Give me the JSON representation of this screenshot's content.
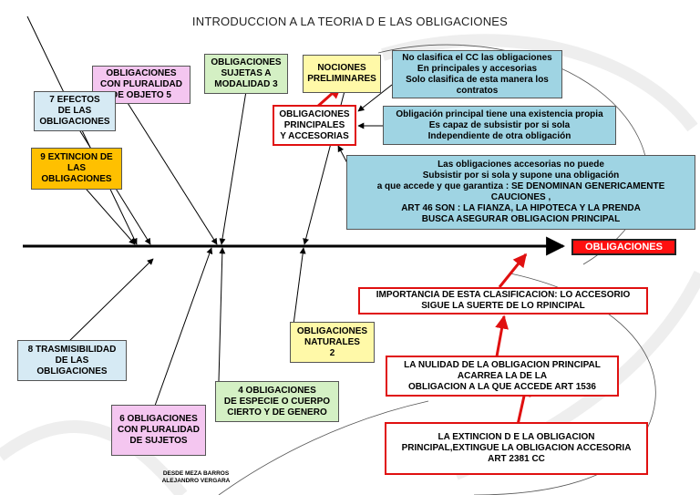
{
  "title": "INTRODUCCION A LA TEORIA D E LAS OBLIGACIONES",
  "head_label": "OBLIGACIONES",
  "boxes": {
    "nociones": [
      "NOCIONES",
      "PRELIMINARES"
    ],
    "sujetas": [
      "OBLIGACIONES",
      "SUJETAS A",
      "MODALIDAD 3"
    ],
    "pluralidad_objeto": [
      "OBLIGACIONES",
      "CON PLURALIDAD",
      "DE OBJETO  5"
    ],
    "efectos": [
      "7  EFECTOS",
      "DE LAS",
      "OBLIGACIONES"
    ],
    "extincion": [
      "9 EXTINCION DE",
      "LAS",
      "OBLIGACIONES"
    ],
    "principales": [
      "OBLIGACIONES",
      "PRINCIPALES",
      "Y ACCESORIAS"
    ],
    "no_clasifica": [
      "No clasifica el CC las obligaciones",
      "En principales y accesorias",
      "Solo clasifica de esta manera los",
      "contratos"
    ],
    "principal_def": [
      "Obligación principal tiene una existencia propia",
      "Es capaz de subsistir por si sola",
      "Independiente de otra obligación"
    ],
    "accesorias_def": [
      "Las obligaciones accesorias no puede",
      "Subsistir por si sola y supone una obligación",
      "a que accede y que garantiza : SE DENOMINAN GENERICAMENTE",
      "CAUCIONES ,",
      "ART 46 SON :  LA FIANZA, LA HIPOTECA Y LA PRENDA",
      "BUSCA ASEGURAR OBLIGACION PRINCIPAL"
    ],
    "importancia": [
      "IMPORTANCIA DE ESTA CLASIFICACION: LO ACCESORIO",
      "SIGUE LA SUERTE DE LO RPINCIPAL"
    ],
    "nulidad": [
      "LA NULIDAD  DE LA OBLIGACION PRINCIPAL",
      "ACARREA  LA DE LA",
      "OBLIGACION A  LA QUE ACCEDE ART 1536"
    ],
    "extincion_principal": [
      "LA EXTINCION D E LA OBLIGACION",
      "PRINCIPAL,EXTINGUE  LA OBLIGACION ACCESORIA",
      "ART 2381 CC"
    ],
    "naturales": [
      "OBLIGACIONES",
      "NATURALES",
      "2"
    ],
    "especie": [
      "4  OBLIGACIONES",
      "DE ESPECIE O CUERPO",
      "CIERTO Y DE GENERO"
    ],
    "trasmisibilidad": [
      "8 TRASMISIBILIDAD",
      "DE LAS",
      "OBLIGACIONES"
    ],
    "pluralidad_sujetos": [
      "6 OBLIGACIONES",
      "CON PLURALIDAD",
      "DE SUJETOS"
    ]
  },
  "authors": [
    "DESDE MEZA BARROS",
    "ALEJANDRO VERGARA"
  ],
  "colors": {
    "red_border": "#e01010",
    "blue_box": "#9fd4e3",
    "light_blue_box": "#d6eaf4",
    "pink_box": "#f4c6f0",
    "green_box": "#d4f0c4",
    "yellow_box": "#fff9a8",
    "orange_box": "#ffc000",
    "head_box": "#ff1010"
  }
}
